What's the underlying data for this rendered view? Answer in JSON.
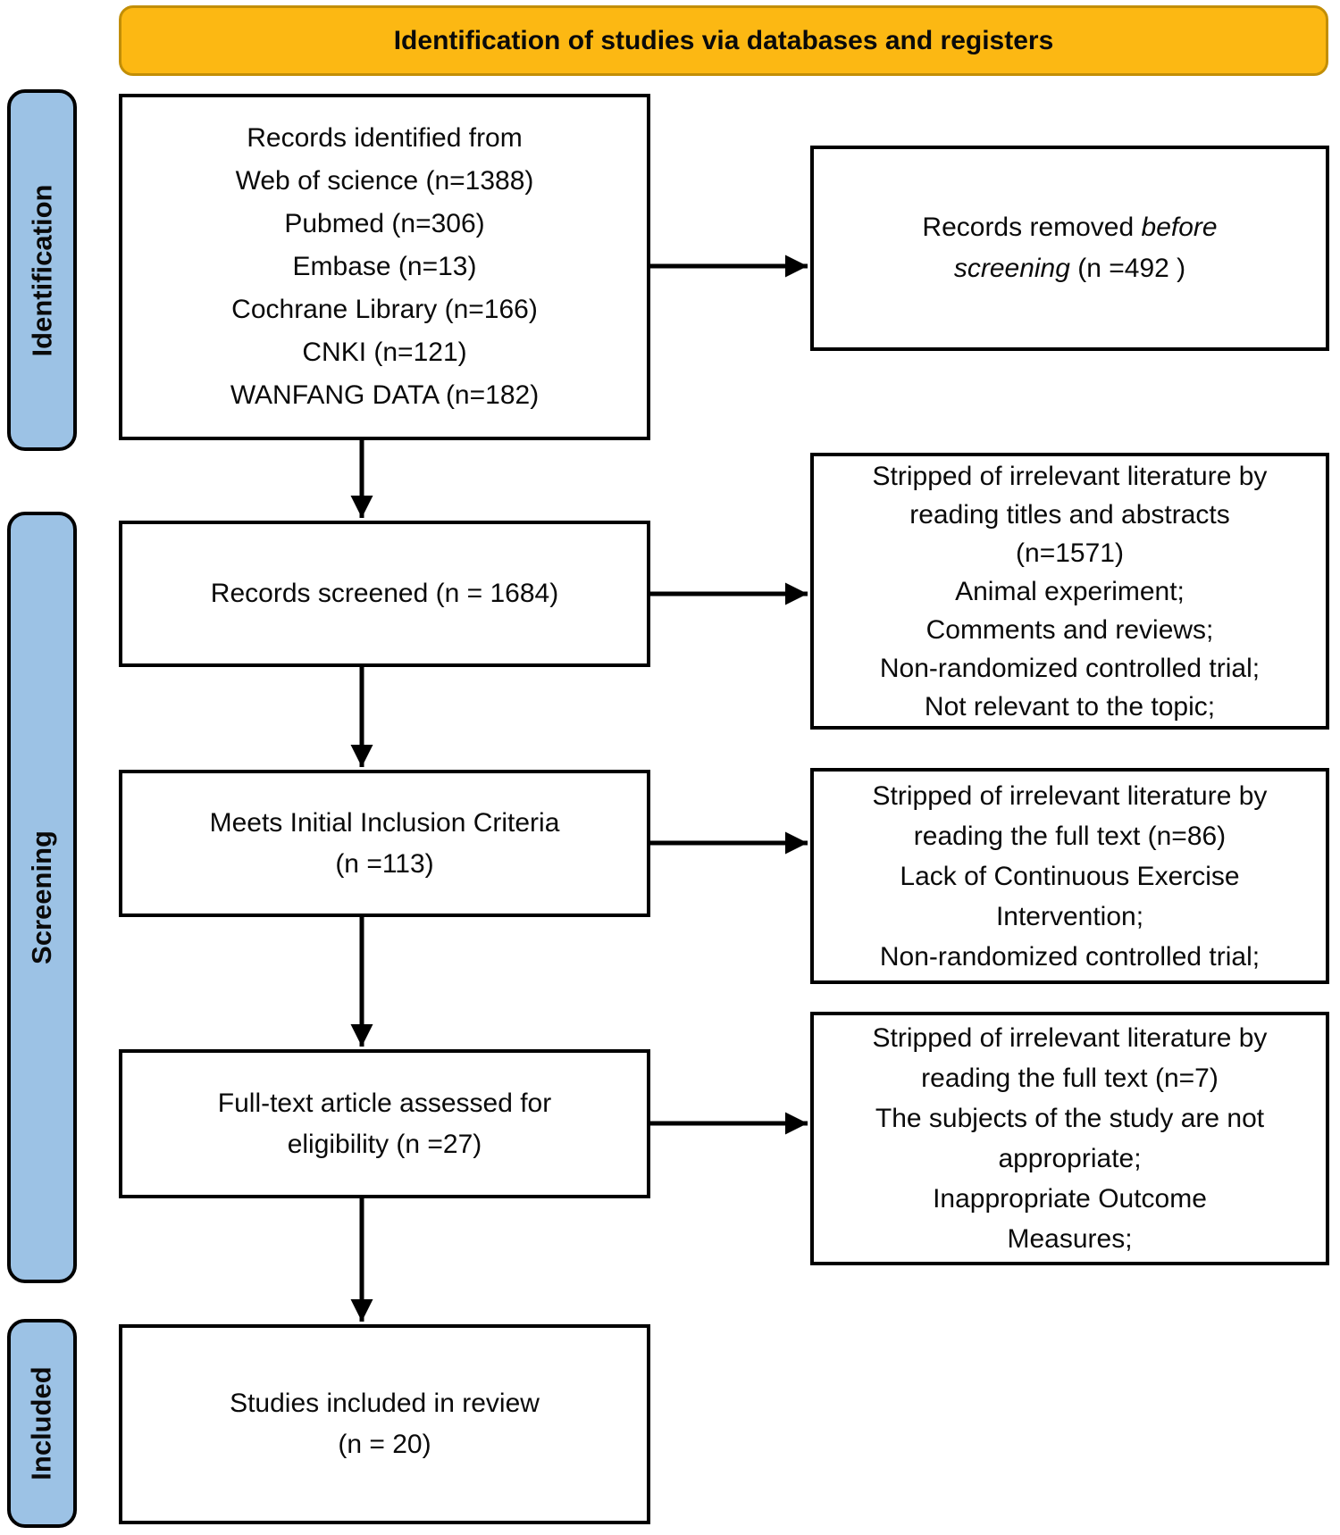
{
  "header": {
    "title": "Identification of studies via databases and registers"
  },
  "sidebar": {
    "identification": "Identification",
    "screening": "Screening",
    "included": "Included"
  },
  "main_flow": {
    "records_identified": {
      "lines": [
        "Records identified from",
        "Web of science (n=1388)",
        "Pubmed (n=306)",
        "Embase (n=13)",
        "Cochrane Library (n=166)",
        "CNKI (n=121)",
        "WANFANG DATA (n=182)"
      ]
    },
    "records_screened": {
      "lines": [
        "Records screened (n = 1684)"
      ]
    },
    "meets_criteria": {
      "lines": [
        "Meets Initial Inclusion Criteria",
        "(n =113)"
      ]
    },
    "fulltext_assessed": {
      "lines": [
        "Full-text article assessed for",
        "eligibility (n =27)"
      ]
    },
    "studies_included": {
      "lines": [
        "Studies included in review",
        "(n = 20)"
      ]
    }
  },
  "exclusion_flow": {
    "removed_before_screening": {
      "line1_normal": "Records removed ",
      "line1_italic": "before",
      "line2_italic": "screening",
      "line2_normal": " (n =492 )"
    },
    "excluded_titles_abstracts": {
      "lines": [
        "Stripped of irrelevant literature by",
        "reading titles and abstracts",
        "(n=1571)",
        "Animal experiment;",
        "Comments and reviews;",
        "Non-randomized controlled trial;",
        "Not relevant to the topic;"
      ]
    },
    "excluded_fulltext_86": {
      "lines": [
        "Stripped of irrelevant literature by",
        "reading the full text (n=86)",
        "Lack of Continuous Exercise",
        "Intervention;",
        "Non-randomized controlled trial;"
      ]
    },
    "excluded_fulltext_7": {
      "lines": [
        "Stripped of irrelevant literature by",
        "reading the full text (n=7)",
        "The subjects of the study are not",
        "appropriate;",
        "Inappropriate Outcome",
        "Measures;"
      ]
    }
  },
  "colors": {
    "banner_fill": "#FCB813",
    "banner_border": "#C28E06",
    "stage_fill": "#9CC2E5",
    "box_border": "#000000",
    "arrow": "#000000"
  }
}
